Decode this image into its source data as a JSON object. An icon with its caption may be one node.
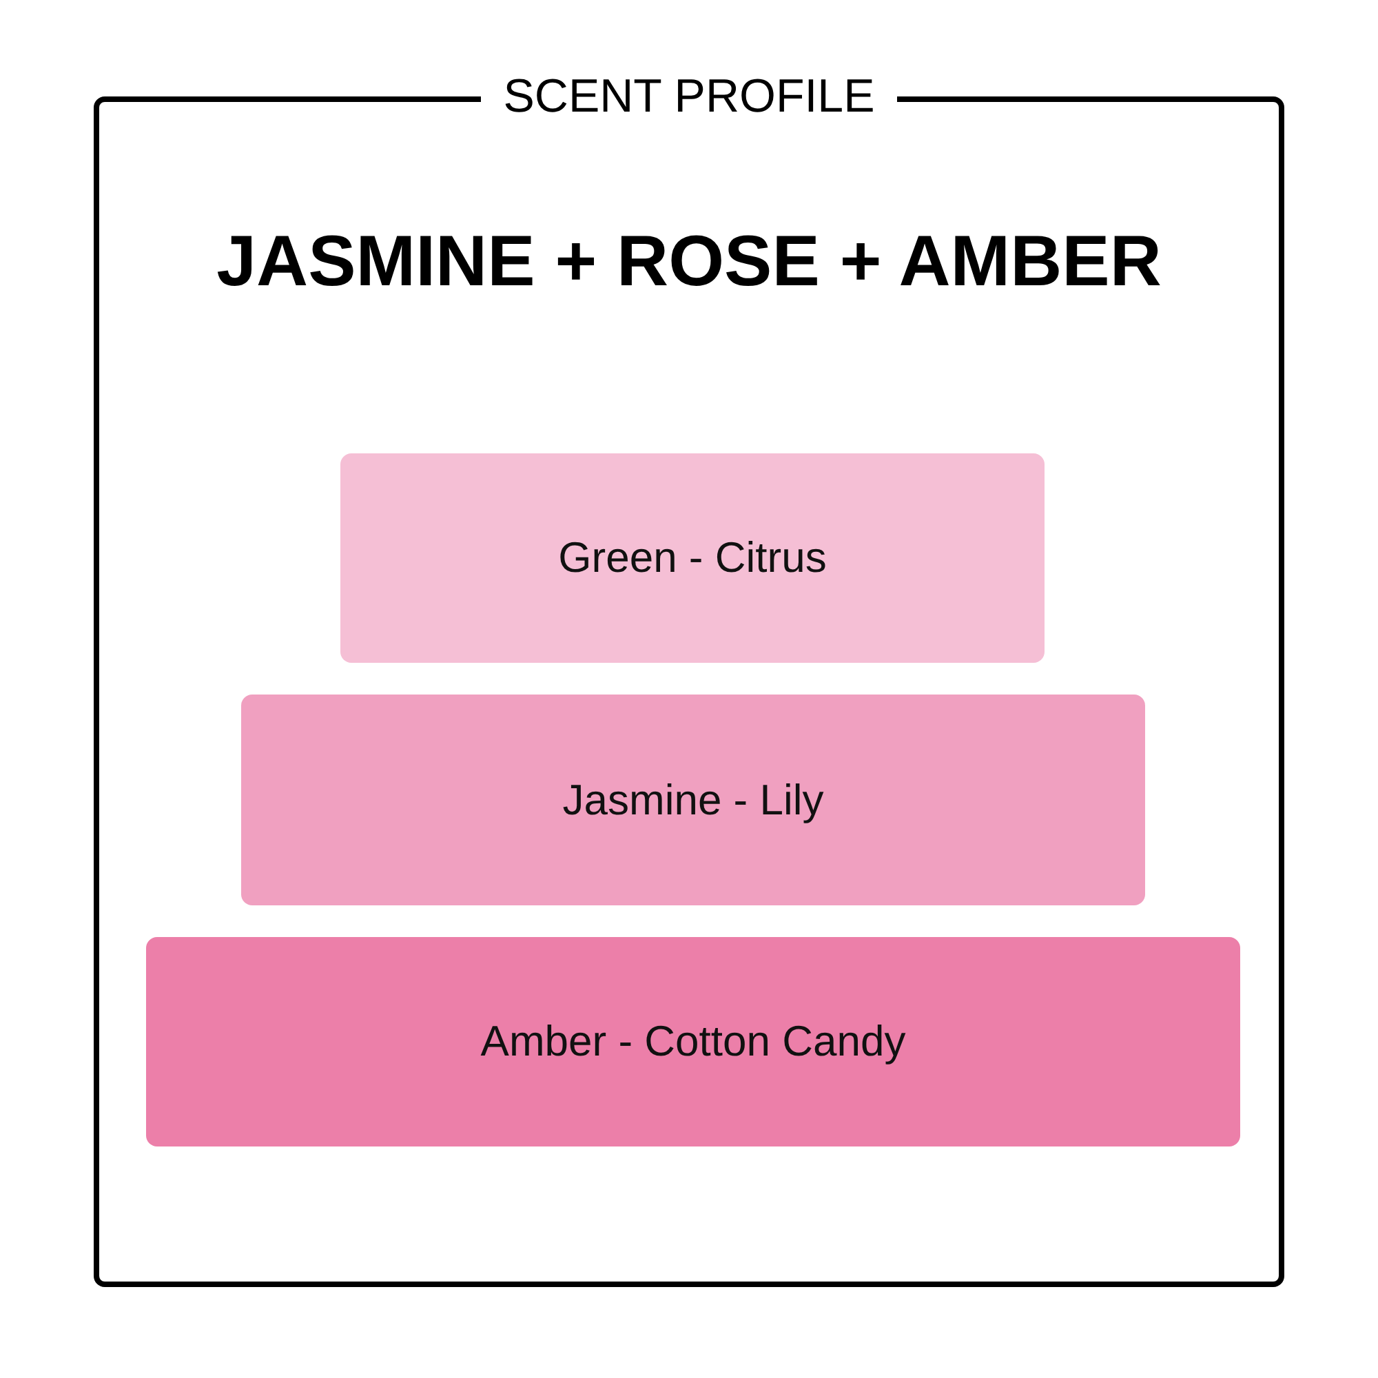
{
  "diagram": {
    "title": "SCENT PROFILE",
    "nodes": [
      {
        "text": [
          "JASMINE + ROSE + AMBER"
        ]
      },
      {
        "text": [
          "Green - Citrus"
        ],
        "in": 0
      },
      {
        "text": [
          "Jasmine - Lily"
        ],
        "in": 0
      },
      {
        "text": [
          "Amber - Cotton Candy"
        ],
        "in": 0
      }
    ]
  }
}
